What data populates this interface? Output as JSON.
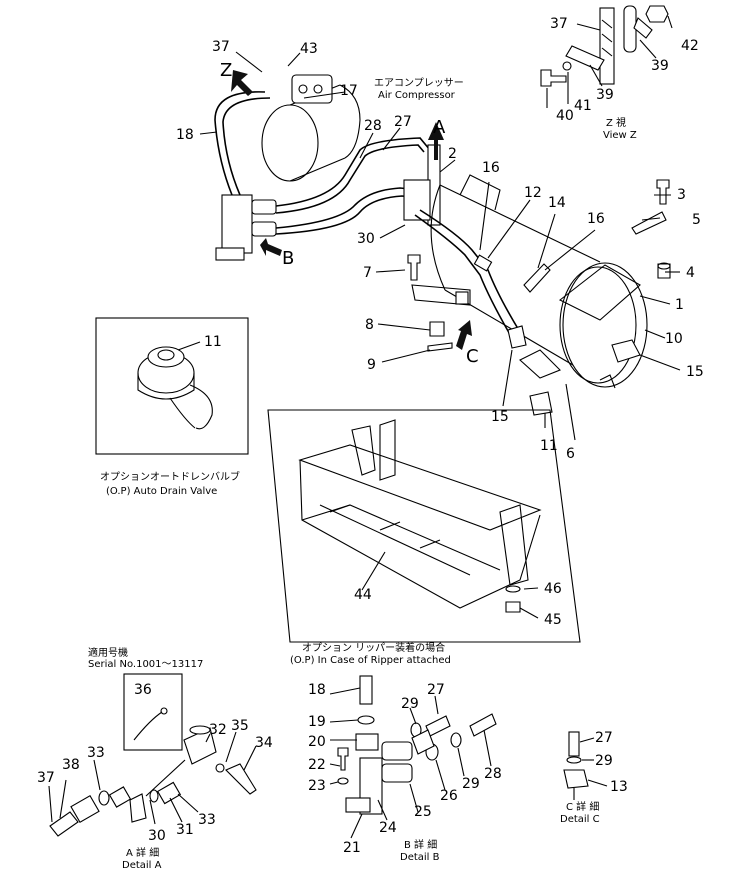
{
  "callouts": {
    "c1": "1",
    "c2": "2",
    "c3": "3",
    "c4": "4",
    "c5": "5",
    "c6": "6",
    "c7": "7",
    "c8": "8",
    "c9": "9",
    "c10": "10",
    "c11a": "11",
    "c11b": "11",
    "c12": "12",
    "c13": "13",
    "c14": "14",
    "c15a": "15",
    "c15b": "15",
    "c16a": "16",
    "c16b": "16",
    "c17": "17",
    "c18a": "18",
    "c18b": "18",
    "c19": "19",
    "c20": "20",
    "c21": "21",
    "c22": "22",
    "c23": "23",
    "c24": "24",
    "c25": "25",
    "c26": "26",
    "c27a": "27",
    "c27b": "27",
    "c27c": "27",
    "c28a": "28",
    "c28b": "28",
    "c29a": "29",
    "c29b": "29",
    "c29c": "29",
    "c30a": "30",
    "c30b": "30",
    "c31": "31",
    "c32": "32",
    "c33a": "33",
    "c33b": "33",
    "c34": "34",
    "c35": "35",
    "c36": "36",
    "c37a": "37",
    "c37b": "37",
    "c37c": "37",
    "c38": "38",
    "c39a": "39",
    "c39b": "39",
    "c40": "40",
    "c41": "41",
    "c42": "42",
    "c43": "43",
    "c44": "44",
    "c45": "45",
    "c46": "46"
  },
  "view_letters": {
    "a": "A",
    "b": "B",
    "c": "C",
    "z": "Z"
  },
  "labels": {
    "compressor_jp": "エアコンプレッサー",
    "compressor_en": "Air Compressor",
    "viewz_jp": "Z 視",
    "viewz_en": "View Z",
    "drain_jp": "オプションオートドレンバルブ",
    "drain_en": "(O.P) Auto Drain Valve",
    "ripper_jp": "オプション リッパー装着の場合",
    "ripper_en": "(O.P) In Case of Ripper attached",
    "serial_jp": "適用号機",
    "serial_en": "Serial No.1001～13117",
    "detailA_jp": "A 詳 細",
    "detailA_en": "Detail A",
    "detailB_jp": "B 詳 細",
    "detailB_en": "Detail B",
    "detailC_jp": "C 詳 細",
    "detailC_en": "Detail C"
  }
}
